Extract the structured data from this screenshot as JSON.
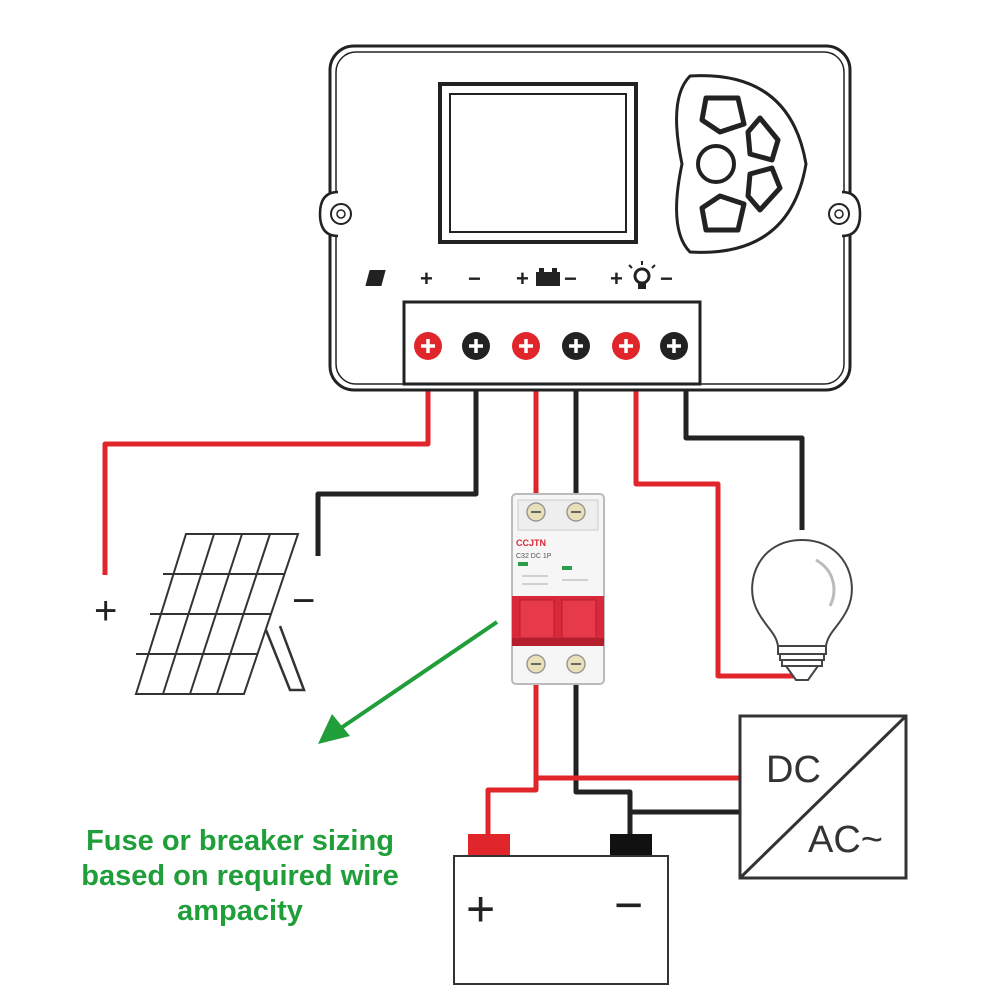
{
  "controller": {
    "terminal_groups": [
      {
        "name": "solar",
        "plus": "+",
        "minus": "−"
      },
      {
        "name": "battery",
        "plus": "+",
        "minus": "−"
      },
      {
        "name": "load",
        "plus": "+",
        "minus": "−"
      }
    ]
  },
  "breaker": {
    "brand": "CCJTN",
    "model": "C32 DC 1P"
  },
  "panel": {
    "plus": "+",
    "minus": "−"
  },
  "battery": {
    "plus": "+",
    "minus": "−"
  },
  "inverter": {
    "top_label": "DC",
    "bottom_label": "AC~"
  },
  "note": {
    "lines": [
      "Fuse or breaker sizing",
      "based on required wire",
      "ampacity"
    ]
  },
  "colors": {
    "positive_wire": "#e0262b",
    "negative_wire": "#222222",
    "note_green": "#1f9e3a",
    "breaker_red": "#d8283a"
  }
}
